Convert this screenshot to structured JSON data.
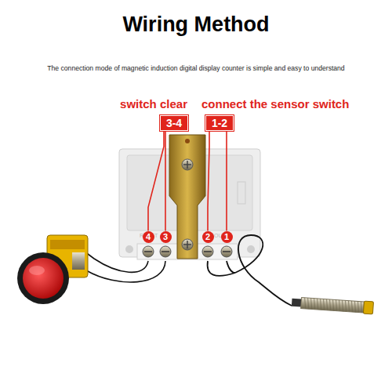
{
  "diagram": {
    "title": "Wiring Method",
    "caption": "The connection mode of magnetic induction digital display counter is simple and easy to understand",
    "nodes": [
      {
        "text": [
          "3-4"
        ]
      },
      {
        "text": [
          "1-2"
        ]
      },
      {
        "text": [
          "4"
        ]
      },
      {
        "text": [
          "3"
        ]
      },
      {
        "text": [
          "2"
        ]
      },
      {
        "text": [
          "1"
        ]
      }
    ],
    "edges": [
      {
        "from": 0,
        "to": 2,
        "arrow": "none"
      },
      {
        "from": 0,
        "to": 3,
        "arrow": "none"
      },
      {
        "from": 1,
        "to": 4,
        "arrow": "none"
      },
      {
        "from": 1,
        "to": 5,
        "arrow": "none"
      }
    ],
    "labels": [
      "switch clear",
      "connect the sensor switch",
      "RESET",
      "COUNT"
    ]
  }
}
